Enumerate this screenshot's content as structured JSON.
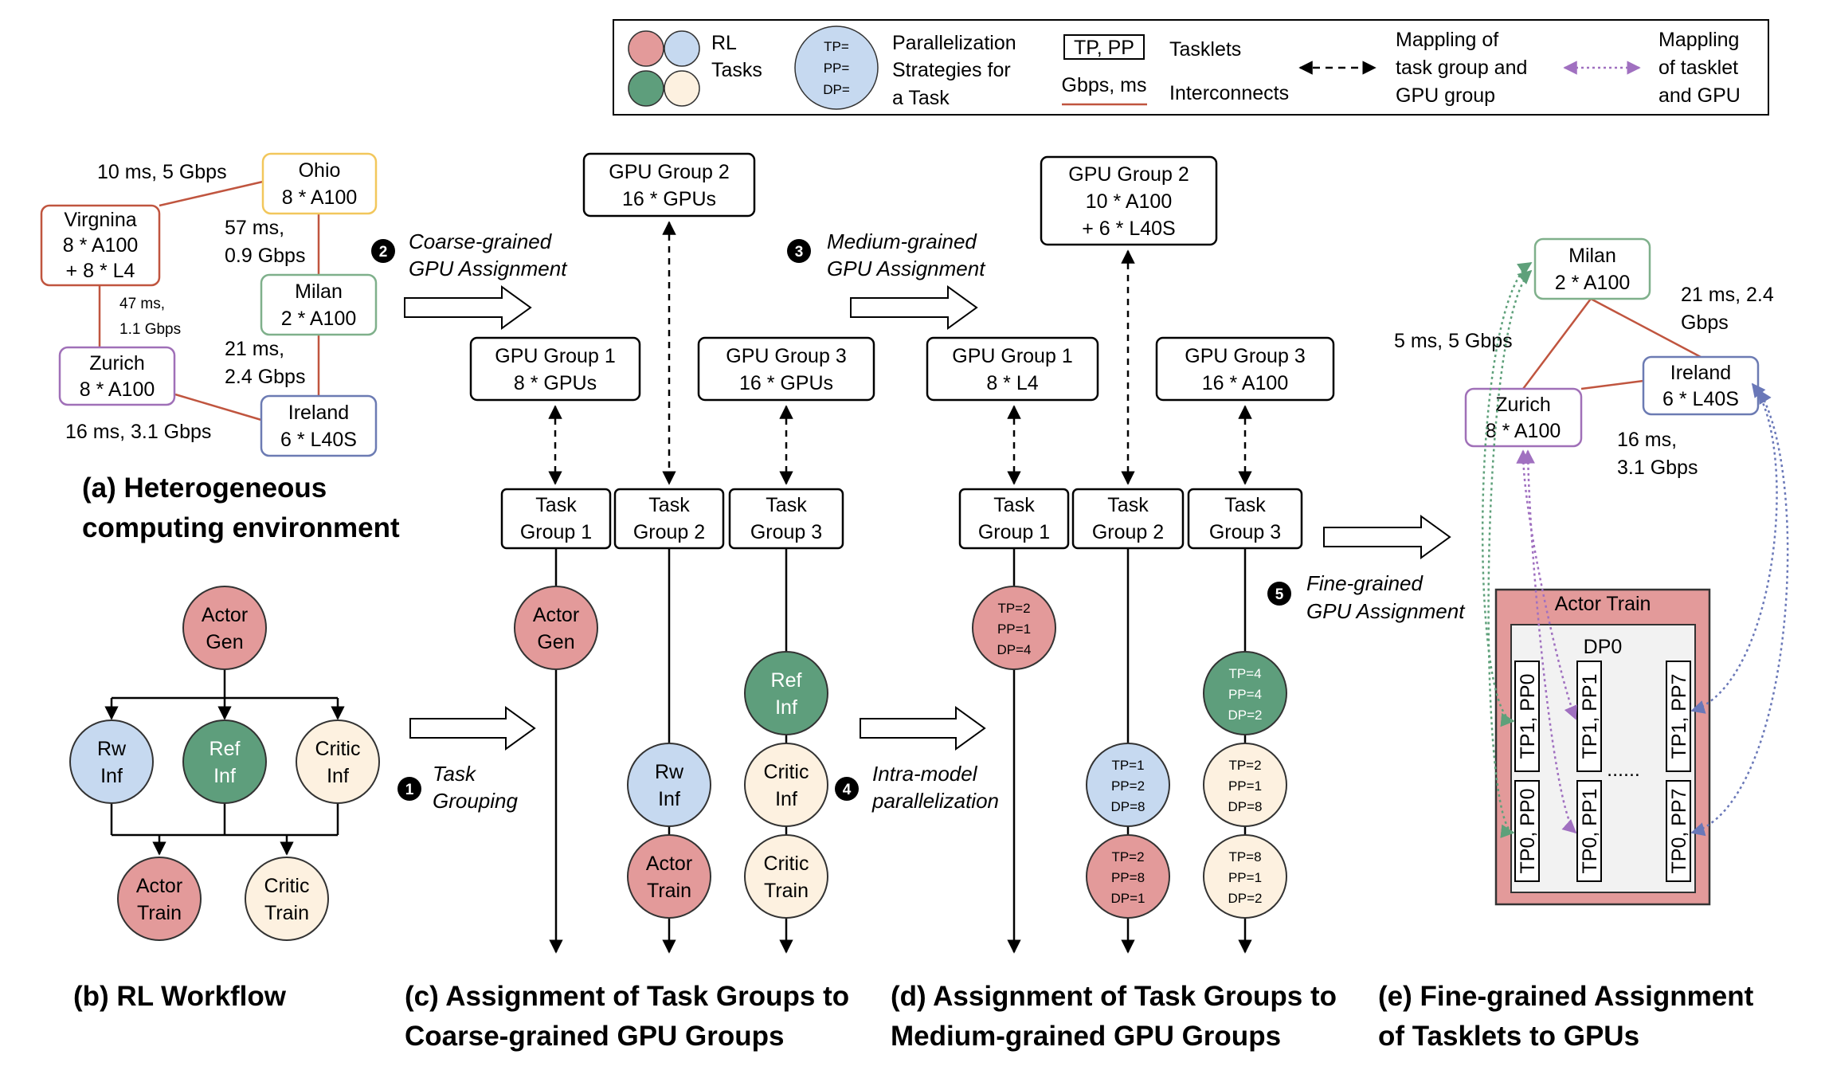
{
  "legend": {
    "rl_tasks": [
      "RL",
      "Tasks"
    ],
    "strategy_circle": [
      "TP=",
      "PP=",
      "DP="
    ],
    "parallelization": [
      "Parallelization",
      "Strategies for",
      "a Task"
    ],
    "tasklet_box": "TP, PP",
    "tasklets": "Tasklets",
    "interconnect_label": "Gbps, ms",
    "interconnects": "Interconnects",
    "mapping_group": [
      "Mappling of",
      "task group and",
      "GPU group"
    ],
    "mapping_tasklet": [
      "Mappling",
      "of tasklet",
      "and GPU"
    ]
  },
  "colors": {
    "red": "#e39a9a",
    "blue": "#c6d9f0",
    "green": "#5e9e7c",
    "cream": "#fdf1e0",
    "ohio": "#f2c75c",
    "virginia": "#c0553f",
    "milan": "#7fb08b",
    "zurich": "#a070b8",
    "ireland": "#6c7bb3",
    "link": "#c0553f",
    "purple_map": "#a070c0",
    "green_map": "#5ea07a",
    "blue_map": "#6a78b8"
  },
  "panel_a": {
    "nodes": {
      "ohio": [
        "Ohio",
        "8 * A100"
      ],
      "virginia": [
        "Virgnina",
        "8 * A100",
        "+ 8 *  L4"
      ],
      "milan": [
        "Milan",
        "2 * A100"
      ],
      "zurich": [
        "Zurich",
        "8 * A100"
      ],
      "ireland": [
        "Ireland",
        "6 * L40S"
      ]
    },
    "links": {
      "ohio_virginia": "10 ms, 5 Gbps",
      "ohio_milan": [
        "57 ms,",
        "0.9 Gbps"
      ],
      "virginia_zurich": [
        "47 ms,",
        "1.1 Gbps"
      ],
      "milan_ireland": [
        "21 ms,",
        "2.4 Gbps"
      ],
      "zurich_ireland": "16 ms, 3.1 Gbps"
    },
    "caption": [
      "(a) Heterogeneous",
      "computing environment"
    ]
  },
  "panel_b": {
    "tasks": {
      "actor_gen": [
        "Actor",
        "Gen"
      ],
      "rw_inf": [
        "Rw",
        "Inf"
      ],
      "ref_inf": [
        "Ref",
        "Inf"
      ],
      "critic_inf": [
        "Critic",
        "Inf"
      ],
      "actor_train": [
        "Actor",
        "Train"
      ],
      "critic_train": [
        "Critic",
        "Train"
      ]
    },
    "caption": "(b) RL Workflow"
  },
  "steps": {
    "s1": {
      "num": "1",
      "text": [
        "Task",
        "Grouping"
      ]
    },
    "s2": {
      "num": "2",
      "text": [
        "Coarse-grained",
        "GPU Assignment"
      ]
    },
    "s3": {
      "num": "3",
      "text": [
        "Medium-grained",
        "GPU Assignment"
      ]
    },
    "s4": {
      "num": "4",
      "text": [
        "Intra-model",
        "parallelization"
      ]
    },
    "s5": {
      "num": "5",
      "text": [
        "Fine-grained",
        "GPU Assignment"
      ]
    }
  },
  "panel_c": {
    "gpu_groups": {
      "g1": [
        "GPU Group 1",
        "8 * GPUs"
      ],
      "g2": [
        "GPU Group 2",
        "16 * GPUs"
      ],
      "g3": [
        "GPU Group 3",
        "16 *  GPUs"
      ]
    },
    "task_groups": {
      "t1": [
        "Task",
        "Group 1"
      ],
      "t2": [
        "Task",
        "Group 2"
      ],
      "t3": [
        "Task",
        "Group 3"
      ]
    },
    "tasks": {
      "actor_gen": [
        "Actor",
        "Gen"
      ],
      "ref_inf": [
        "Ref",
        "Inf"
      ],
      "rw_inf": [
        "Rw",
        "Inf"
      ],
      "critic_inf": [
        "Critic",
        "Inf"
      ],
      "actor_train": [
        "Actor",
        "Train"
      ],
      "critic_train": [
        "Critic",
        "Train"
      ]
    },
    "caption": [
      "(c) Assignment of Task Groups to",
      "Coarse-grained GPU Groups"
    ]
  },
  "panel_d": {
    "gpu_groups": {
      "g1": [
        "GPU Group 1",
        "8 * L4"
      ],
      "g2": [
        "GPU Group 2",
        "10 *  A100",
        "+ 6 * L40S"
      ],
      "g3": [
        "GPU Group 3",
        "16 * A100"
      ]
    },
    "task_groups": {
      "t1": [
        "Task",
        "Group 1"
      ],
      "t2": [
        "Task",
        "Group 2"
      ],
      "t3": [
        "Task",
        "Group 3"
      ]
    },
    "strategies": {
      "actor_gen": [
        "TP=2",
        "PP=1",
        "DP=4"
      ],
      "rw_inf": [
        "TP=1",
        "PP=2",
        "DP=8"
      ],
      "actor_train": [
        "TP=2",
        "PP=8",
        "DP=1"
      ],
      "ref_inf": [
        "TP=4",
        "PP=4",
        "DP=2"
      ],
      "critic_inf": [
        "TP=2",
        "PP=1",
        "DP=8"
      ],
      "critic_train": [
        "TP=8",
        "PP=1",
        "DP=2"
      ]
    },
    "caption": [
      "(d) Assignment of Task Groups to",
      "Medium-grained GPU Groups"
    ]
  },
  "panel_e": {
    "nodes": {
      "milan": [
        "Milan",
        "2 * A100"
      ],
      "zurich": [
        "Zurich",
        "8 * A100"
      ],
      "ireland": [
        "Ireland",
        "6 * L40S"
      ]
    },
    "links": {
      "milan_zurich": "5 ms, 5 Gbps",
      "milan_ireland": [
        "21 ms, 2.4",
        "Gbps"
      ],
      "zurich_ireland": [
        "16 ms,",
        "3.1 Gbps"
      ]
    },
    "actor_train": "Actor Train",
    "dp0": "DP0",
    "tasklets_top": [
      "TP1, PP0",
      "TP1, PP1",
      "TP1, PP7"
    ],
    "tasklets_bottom": [
      "TP0, PP0",
      "TP0, PP1",
      "TP0, PP7"
    ],
    "ellipsis": "......",
    "caption": [
      "(e) Fine-grained Assignment",
      "of Tasklets to GPUs"
    ]
  }
}
